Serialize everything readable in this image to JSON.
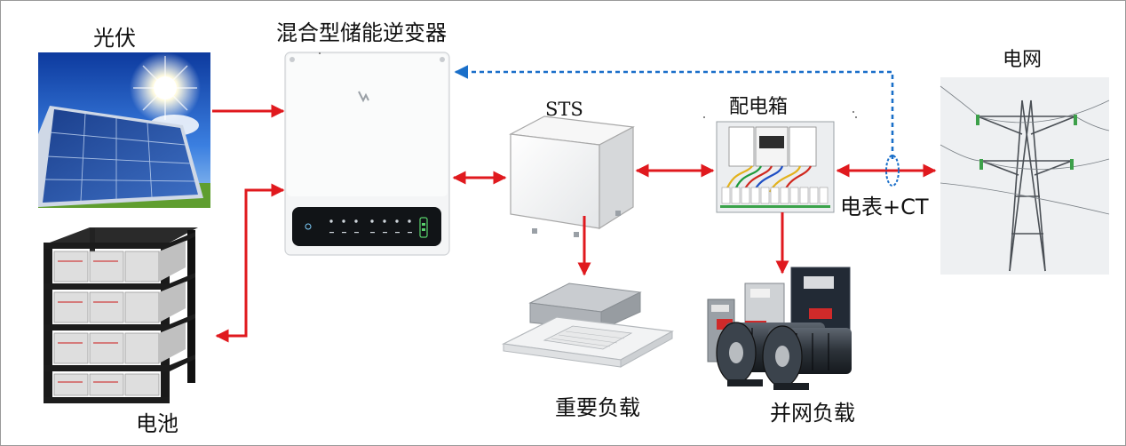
{
  "labels": {
    "pv": "光伏",
    "inverter": "混合型储能逆变器",
    "sts": "STS",
    "distribution_box": "配电箱",
    "grid": "电网",
    "meter_ct": "电表+CT",
    "battery": "电池",
    "critical_load": "重要负载",
    "grid_load": "并网负载"
  },
  "colors": {
    "power_flow": "#e0191e",
    "comm_link": "#1a6fc9"
  }
}
